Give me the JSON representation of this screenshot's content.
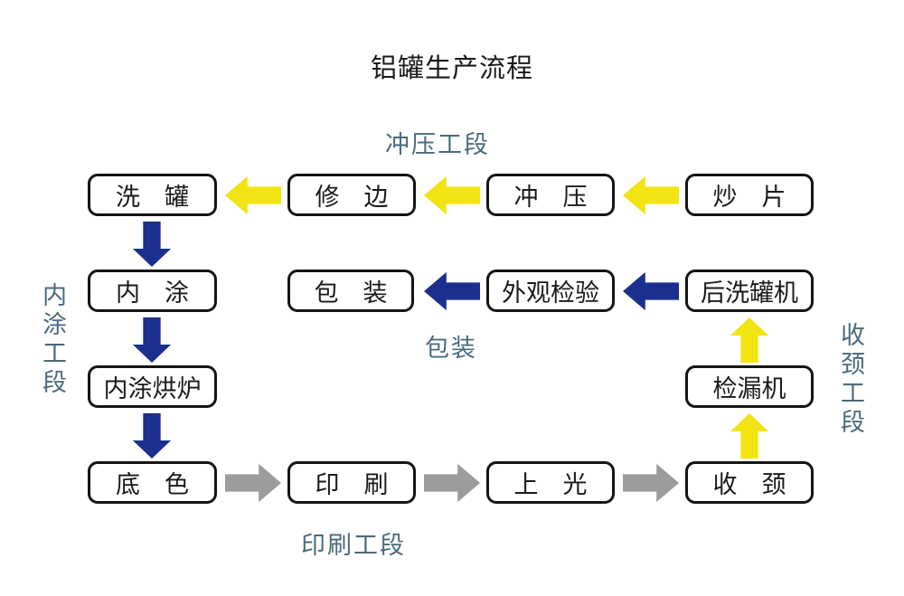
{
  "title": "铝罐生产流程",
  "sections": {
    "stamping": "冲压工段",
    "packing": "包装",
    "printing": "印刷工段",
    "inner_coating": "内涂工段",
    "necking": "收颈工段"
  },
  "boxes": {
    "wash_can": "洗　罐",
    "trim": "修　边",
    "stamp": "冲　压",
    "fry_sheet": "炒　片",
    "inner_coat": "内　涂",
    "pack": "包　装",
    "visual_inspection": "外观检验",
    "post_wash_machine": "后洗罐机",
    "inner_coat_oven": "内涂烘炉",
    "leak_tester": "检漏机",
    "base_coat": "底　色",
    "print": "印　刷",
    "varnish": "上　光",
    "neck": "收　颈"
  },
  "colors": {
    "arrow_yellow": "#F2E412",
    "arrow_blue": "#1B2F8F",
    "arrow_gray": "#9C9C9C",
    "label_color": "#4A6B7C",
    "box_border": "#141414"
  }
}
